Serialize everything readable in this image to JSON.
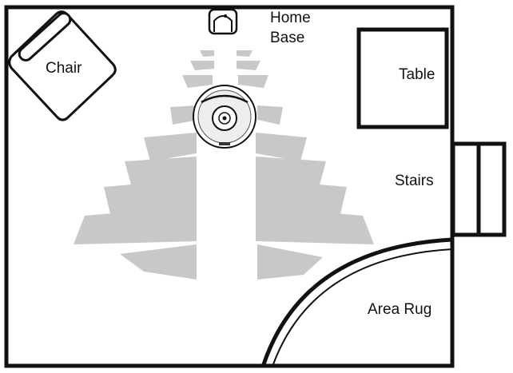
{
  "labels": {
    "chair": "Chair",
    "home_base_line1": "Home",
    "home_base_line2": "Base",
    "table": "Table",
    "stairs": "Stairs",
    "area_rug": "Area Rug"
  },
  "icons": {
    "home_base": "dock-icon",
    "robot": "robot-vacuum-icon"
  },
  "colors": {
    "outline": "#111111",
    "signal": "#c8c8c8",
    "background": "#ffffff"
  }
}
